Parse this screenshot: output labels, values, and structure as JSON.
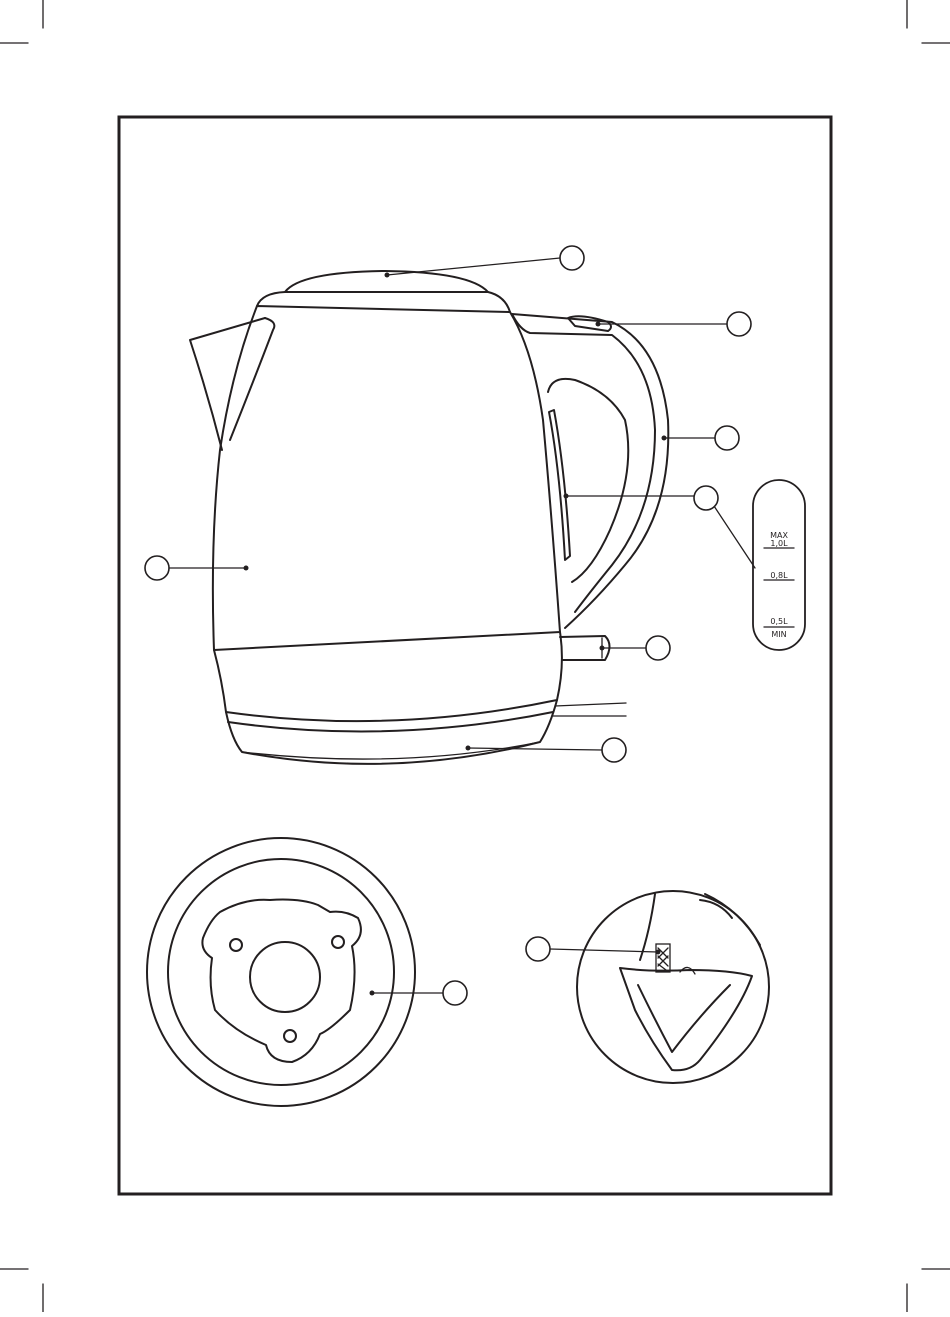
{
  "diagram": {
    "callout_labels": [
      "",
      "",
      "",
      "",
      "",
      "",
      "",
      ""
    ],
    "water_level_window": {
      "marks": [
        {
          "top": "MAX",
          "bottom": "1,0L"
        },
        {
          "top": "",
          "bottom": "0,8L"
        },
        {
          "top": "",
          "bottom": "0,5L"
        }
      ],
      "bottom_label": "MIN"
    }
  }
}
